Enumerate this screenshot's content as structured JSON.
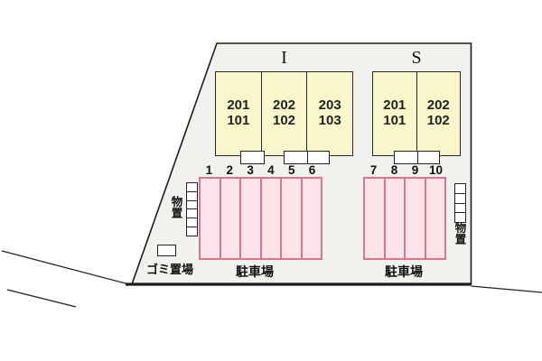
{
  "site_plan": {
    "buildings": [
      {
        "name": "I",
        "units": [
          {
            "upper": "201",
            "lower": "101"
          },
          {
            "upper": "202",
            "lower": "102"
          },
          {
            "upper": "203",
            "lower": "103"
          }
        ]
      },
      {
        "name": "S",
        "units": [
          {
            "upper": "201",
            "lower": "101"
          },
          {
            "upper": "202",
            "lower": "102"
          }
        ]
      }
    ],
    "parking_lots": [
      {
        "label": "駐車場",
        "spaces": [
          "1",
          "2",
          "3",
          "4",
          "5",
          "6"
        ]
      },
      {
        "label": "駐車場",
        "spaces": [
          "7",
          "8",
          "9",
          "10"
        ]
      }
    ],
    "storages": [
      {
        "label": "物置",
        "compartments": 6
      },
      {
        "label": "物置",
        "compartments": 4
      }
    ],
    "garbage_area": {
      "label": "ゴミ置場"
    },
    "colors": {
      "building_fill": "#faf6cc",
      "parking_fill": "#fce4ea",
      "parking_border": "#d9758c",
      "site_fill": "#f1f1ee",
      "outline": "#1c1c1c"
    }
  }
}
